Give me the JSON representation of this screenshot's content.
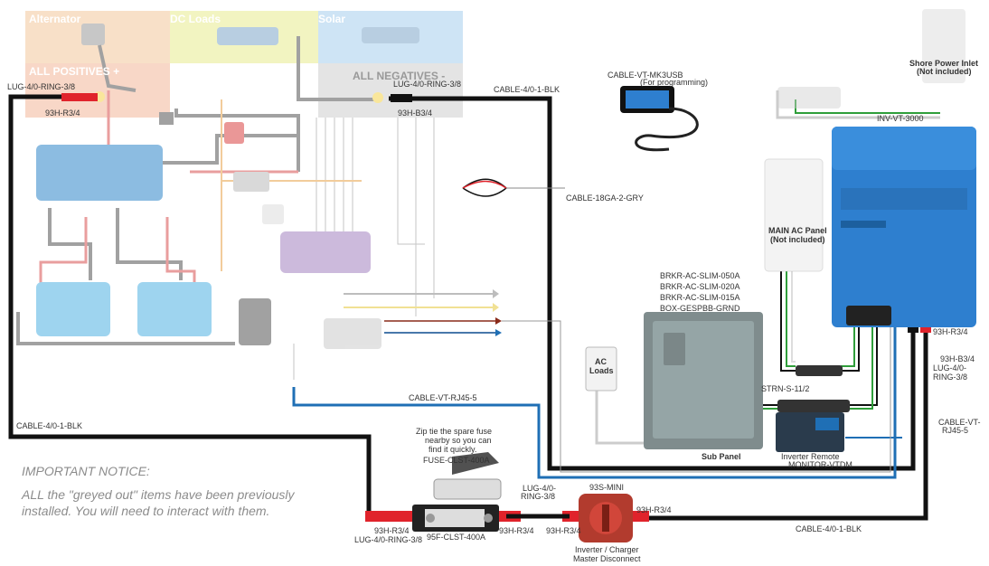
{
  "zones": {
    "alternator": "Alternator",
    "dc_loads": "DC Loads",
    "solar": "Solar",
    "all_positives": "ALL POSITIVES +",
    "all_negatives": "ALL NEGATIVES -"
  },
  "labels": {
    "lug_pos_top": "LUG-4/0-RING-3/8",
    "lug_neg_top": "LUG-4/0-RING-3/8",
    "h93_r_top": "93H-R3/4",
    "h93_b_top": "93H-B3/4",
    "cable_blk_top": "CABLE-4/0-1-BLK",
    "cable_blk_left": "CABLE-4/0-1-BLK",
    "cable_blk_bottom": "CABLE-4/0-1-BLK",
    "cable_mk3": "CABLE-VT-MK3USB",
    "cable_mk3_note": "(For programming)",
    "cable_18ga": "CABLE-18GA-2-GRY",
    "shore_1": "Shore Power Inlet",
    "shore_2": "(Not included)",
    "inverter": "INV-VT-3000",
    "main_ac_1": "MAIN AC Panel",
    "main_ac_2": "(Not included)",
    "brkr_1": "BRKR-AC-SLIM-050A",
    "brkr_2": "BRKR-AC-SLIM-020A",
    "brkr_3": "BRKR-AC-SLIM-015A",
    "brkr_4": "BOX-GESPBB-GRND",
    "ac_loads_1": "AC",
    "ac_loads_2": "Loads",
    "sub_panel": "Sub Panel",
    "strain": "STRN-S-11/2",
    "remote_1": "Inverter Remote",
    "remote_2": "MONITOR-VTDM",
    "rj45_center": "CABLE-VT-RJ45-5",
    "rj45_right_1": "CABLE-VT-",
    "rj45_right_2": "RJ45-5",
    "inv_r": "93H-R3/4",
    "inv_b": "93H-B3/4",
    "inv_lug_1": "LUG-4/0-",
    "inv_lug_2": "RING-3/8",
    "zip_1": "Zip tie the spare fuse",
    "zip_2": "nearby so you can",
    "zip_3": "find it quickly.",
    "fuse_clst": "FUSE-CLST-400A",
    "fuse_holder": "95F-CLST-400A",
    "bot_r_left": "93H-R3/4",
    "bot_lug_left": "LUG-4/0-RING-3/8",
    "bot_r_mid": "93H-R3/4",
    "bot_lug_mid_1": "LUG-4/0-",
    "bot_lug_mid_2": "RING-3/8",
    "bot_r_mid2": "93H-R3/4",
    "mini": "93S-MINI",
    "bot_r_right": "93H-R3/4",
    "disc_1": "Inverter / Charger",
    "disc_2": "Master Disconnect"
  },
  "notice": {
    "title": "IMPORTANT NOTICE:",
    "body": "ALL the \"greyed out\" items have been previously installed. You will need to interact with them."
  },
  "colors": {
    "positive": "#e0232b",
    "negative": "#111111",
    "rj45": "#1f6fb5",
    "victron_blue": "#2e7fcf",
    "ac_green": "#2f9e3a",
    "grey_zone": "#cfcfcf"
  }
}
